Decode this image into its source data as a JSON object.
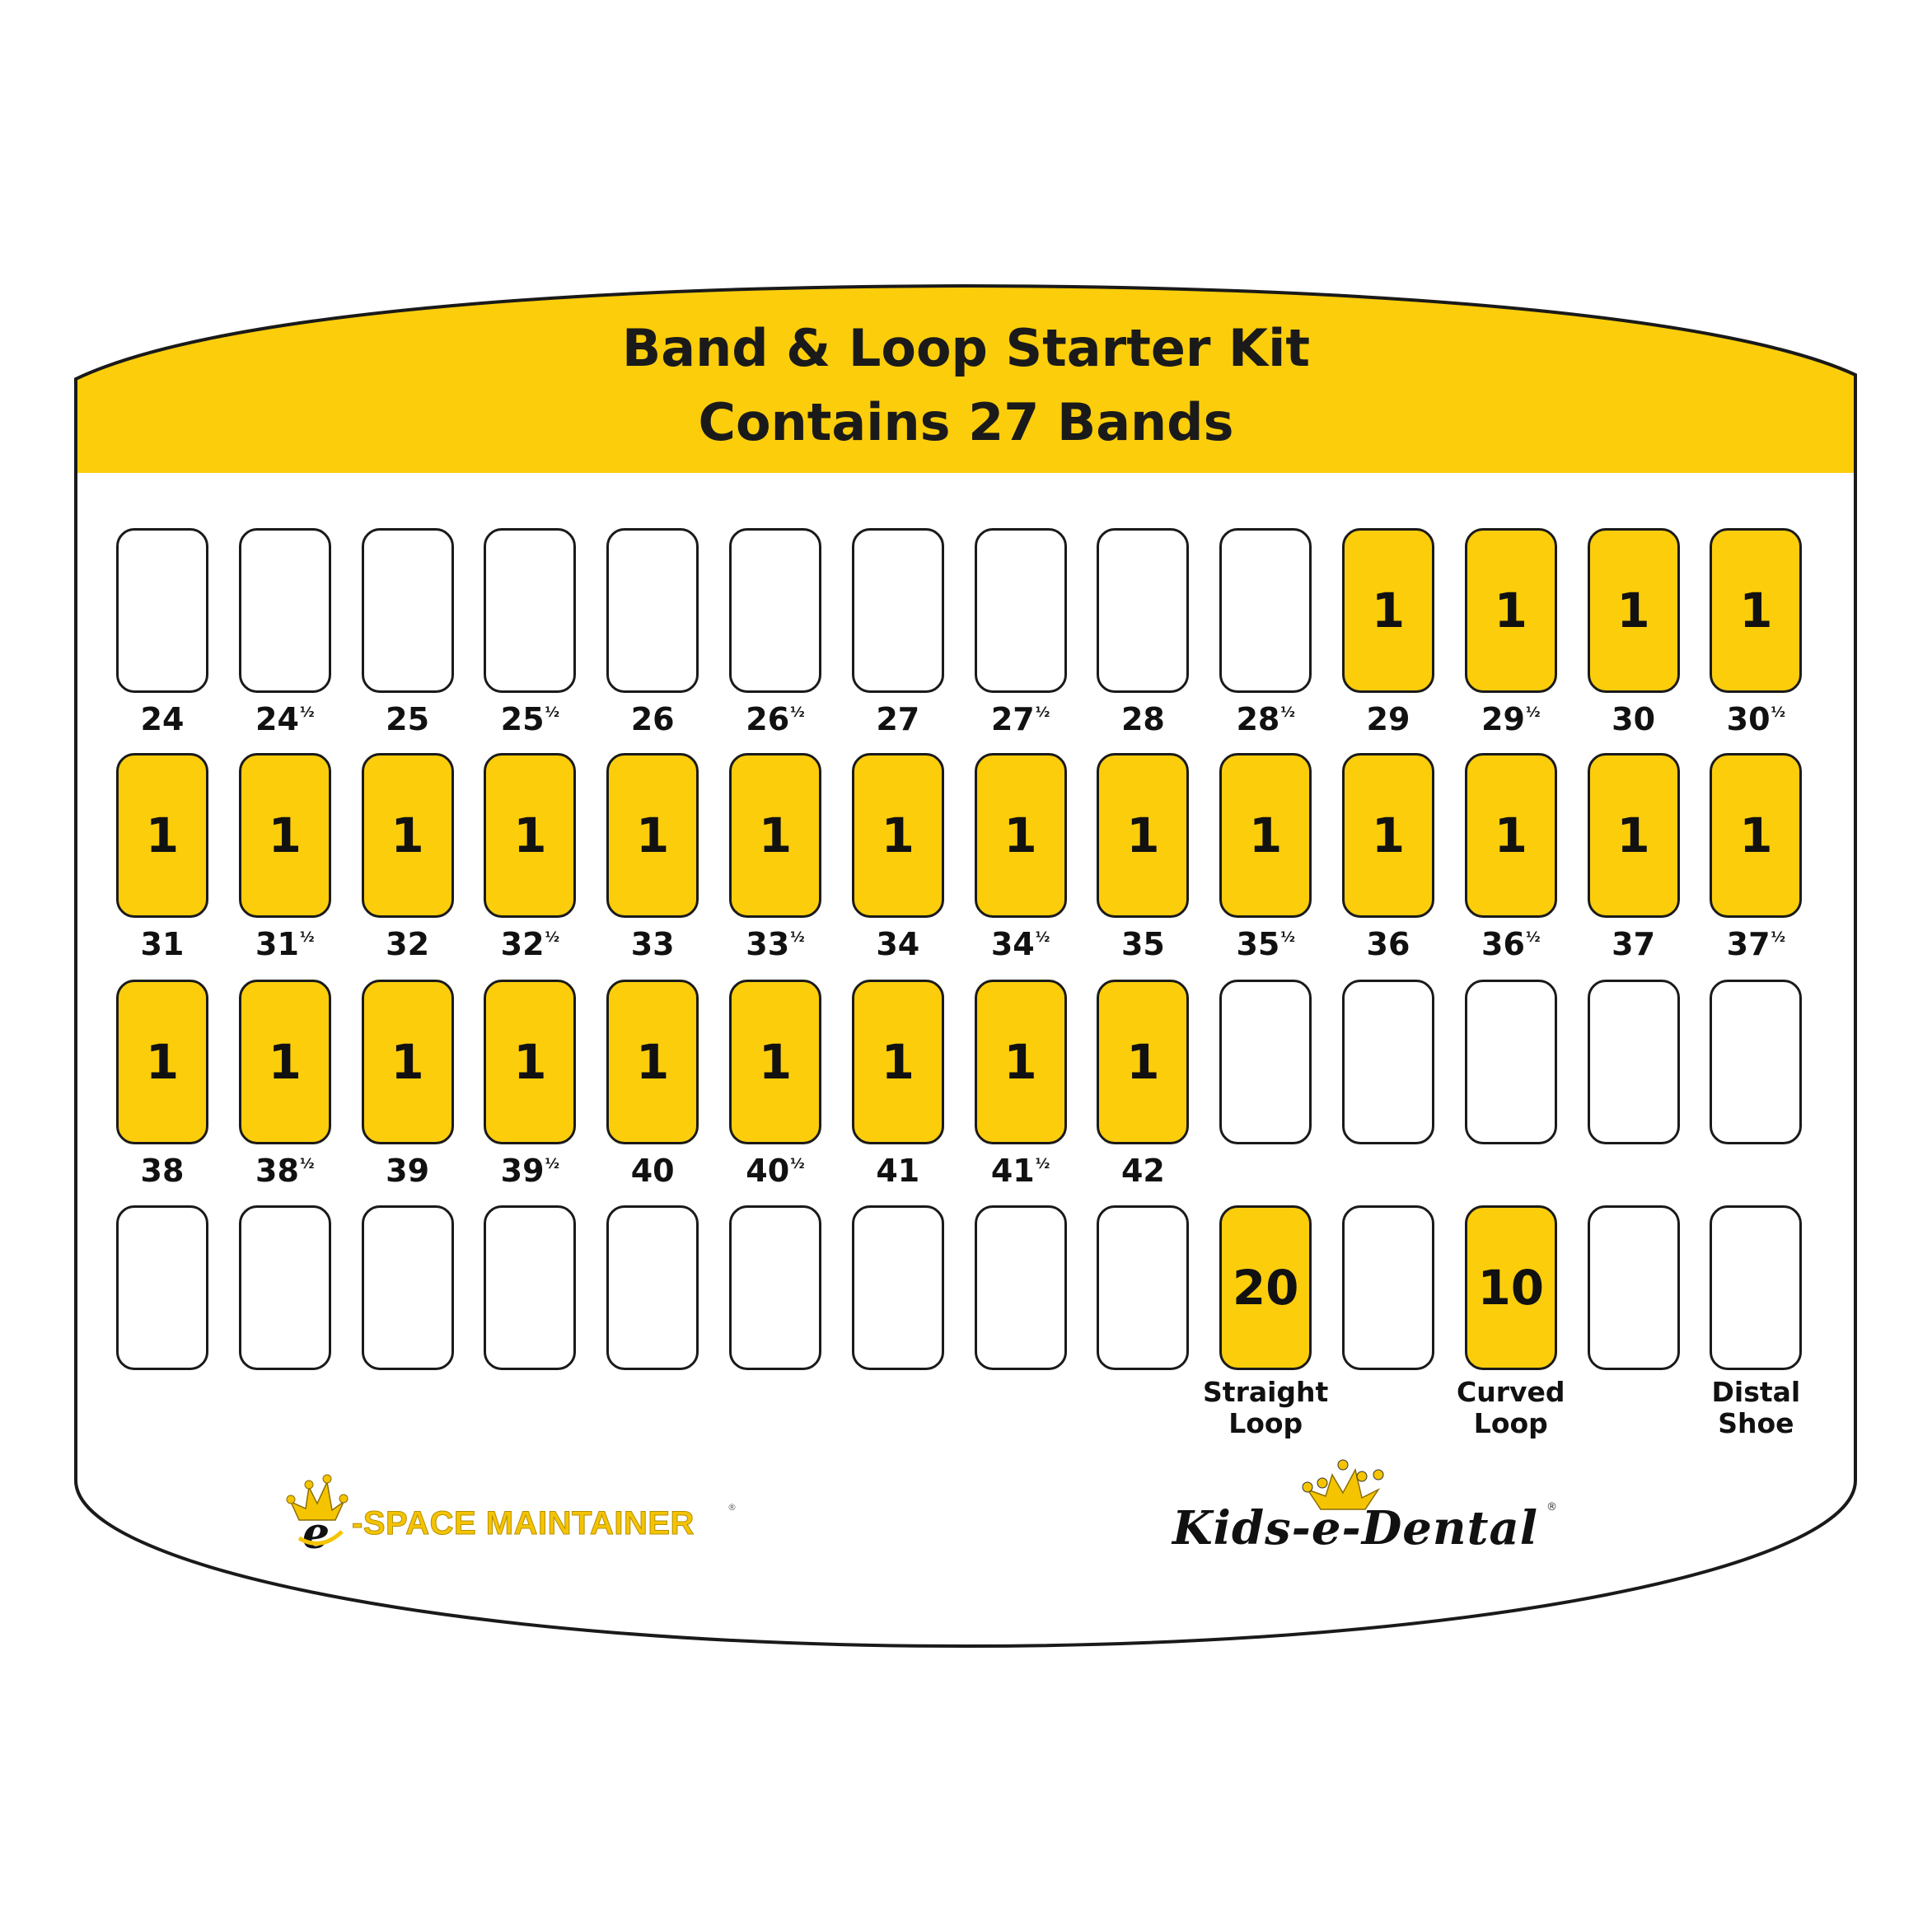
{
  "header": {
    "title_line_1": "Band & Loop Starter Kit",
    "title_line_2": "Contains 27 Bands"
  },
  "colors": {
    "accent_yellow": "#FBCD0B",
    "outline": "#1a1a1a",
    "text": "#111111",
    "background": "#ffffff"
  },
  "grid": {
    "columns": 14,
    "rows": [
      {
        "row": 1,
        "slots": [
          {
            "size": "24",
            "half": false,
            "qty": ""
          },
          {
            "size": "24",
            "half": true,
            "qty": ""
          },
          {
            "size": "25",
            "half": false,
            "qty": ""
          },
          {
            "size": "25",
            "half": true,
            "qty": ""
          },
          {
            "size": "26",
            "half": false,
            "qty": ""
          },
          {
            "size": "26",
            "half": true,
            "qty": ""
          },
          {
            "size": "27",
            "half": false,
            "qty": ""
          },
          {
            "size": "27",
            "half": true,
            "qty": ""
          },
          {
            "size": "28",
            "half": false,
            "qty": ""
          },
          {
            "size": "28",
            "half": true,
            "qty": ""
          },
          {
            "size": "29",
            "half": false,
            "qty": "1"
          },
          {
            "size": "29",
            "half": true,
            "qty": "1"
          },
          {
            "size": "30",
            "half": false,
            "qty": "1"
          },
          {
            "size": "30",
            "half": true,
            "qty": "1"
          }
        ]
      },
      {
        "row": 2,
        "slots": [
          {
            "size": "31",
            "half": false,
            "qty": "1"
          },
          {
            "size": "31",
            "half": true,
            "qty": "1"
          },
          {
            "size": "32",
            "half": false,
            "qty": "1"
          },
          {
            "size": "32",
            "half": true,
            "qty": "1"
          },
          {
            "size": "33",
            "half": false,
            "qty": "1"
          },
          {
            "size": "33",
            "half": true,
            "qty": "1"
          },
          {
            "size": "34",
            "half": false,
            "qty": "1"
          },
          {
            "size": "34",
            "half": true,
            "qty": "1"
          },
          {
            "size": "35",
            "half": false,
            "qty": "1"
          },
          {
            "size": "35",
            "half": true,
            "qty": "1"
          },
          {
            "size": "36",
            "half": false,
            "qty": "1"
          },
          {
            "size": "36",
            "half": true,
            "qty": "1"
          },
          {
            "size": "37",
            "half": false,
            "qty": "1"
          },
          {
            "size": "37",
            "half": true,
            "qty": "1"
          }
        ]
      },
      {
        "row": 3,
        "slots": [
          {
            "size": "38",
            "half": false,
            "qty": "1"
          },
          {
            "size": "38",
            "half": true,
            "qty": "1"
          },
          {
            "size": "39",
            "half": false,
            "qty": "1"
          },
          {
            "size": "39",
            "half": true,
            "qty": "1"
          },
          {
            "size": "40",
            "half": false,
            "qty": "1"
          },
          {
            "size": "40",
            "half": true,
            "qty": "1"
          },
          {
            "size": "41",
            "half": false,
            "qty": "1"
          },
          {
            "size": "41",
            "half": true,
            "qty": "1"
          },
          {
            "size": "42",
            "half": false,
            "qty": "1"
          },
          {
            "size": "",
            "half": false,
            "qty": ""
          },
          {
            "size": "",
            "half": false,
            "qty": ""
          },
          {
            "size": "",
            "half": false,
            "qty": ""
          },
          {
            "size": "",
            "half": false,
            "qty": ""
          },
          {
            "size": "",
            "half": false,
            "qty": ""
          }
        ]
      },
      {
        "row": 4,
        "slots": [
          {
            "label": [],
            "qty": ""
          },
          {
            "label": [],
            "qty": ""
          },
          {
            "label": [],
            "qty": ""
          },
          {
            "label": [],
            "qty": ""
          },
          {
            "label": [],
            "qty": ""
          },
          {
            "label": [],
            "qty": ""
          },
          {
            "label": [],
            "qty": ""
          },
          {
            "label": [],
            "qty": ""
          },
          {
            "label": [],
            "qty": ""
          },
          {
            "label": [
              "Straight",
              "Loop"
            ],
            "qty": "20"
          },
          {
            "label": [],
            "qty": ""
          },
          {
            "label": [
              "Curved",
              "Loop"
            ],
            "qty": "10"
          },
          {
            "label": [],
            "qty": ""
          },
          {
            "label": [
              "Distal",
              "Shoe"
            ],
            "qty": ""
          }
        ]
      }
    ],
    "half_symbol": "½"
  },
  "logos": {
    "left": {
      "icon": "crown-e-icon",
      "text": "-SPACE MAINTAINER",
      "registered": "®"
    },
    "right": {
      "icon": "crown-e-icon",
      "text": "Kids-e-Dental",
      "registered": "®"
    }
  }
}
